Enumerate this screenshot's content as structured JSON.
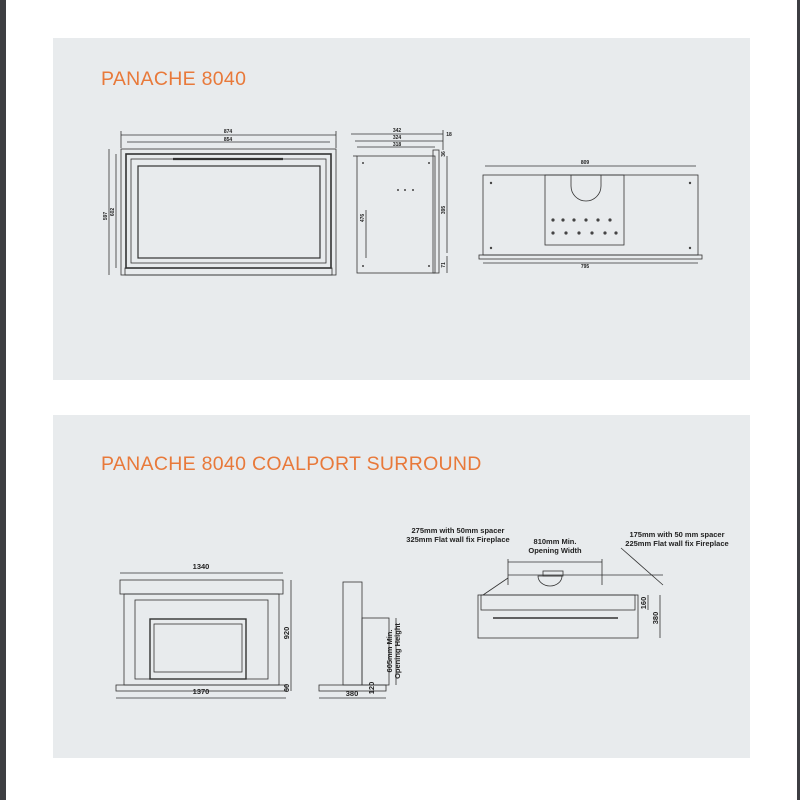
{
  "sections": [
    {
      "title": "PANACHE 8040",
      "front_view": {
        "width_outer": "874",
        "width_inner": "854",
        "height_outer": "597",
        "height_inner": "602"
      },
      "side_view": {
        "depth_outer": "342",
        "depth_mid": "324",
        "depth_inner": "318",
        "trim": "18",
        "top_gap": "36",
        "height_left": "476",
        "height_right": "395",
        "bottom_gap": "71"
      },
      "top_view": {
        "width_top": "809",
        "width_bottom": "795"
      }
    },
    {
      "title": "PANACHE 8040 COALPORT SURROUND",
      "front_view": {
        "width_top": "1340",
        "width_bottom": "1370",
        "height": "920",
        "hearth": "60"
      },
      "side_view": {
        "depth": "380",
        "plinth": "120",
        "opening_height_line1": "605mm Min.",
        "opening_height_line2": "Opening Height"
      },
      "plan_view": {
        "left_note_line1": "275mm with 50mm spacer",
        "left_note_line2": "325mm Flat wall fix Fireplace",
        "center_note_line1": "810mm Min.",
        "center_note_line2": "Opening Width",
        "right_note_line1": "175mm with 50 mm spacer",
        "right_note_line2": "225mm Flat wall fix Fireplace",
        "dim_160": "160",
        "dim_380": "380"
      }
    }
  ]
}
